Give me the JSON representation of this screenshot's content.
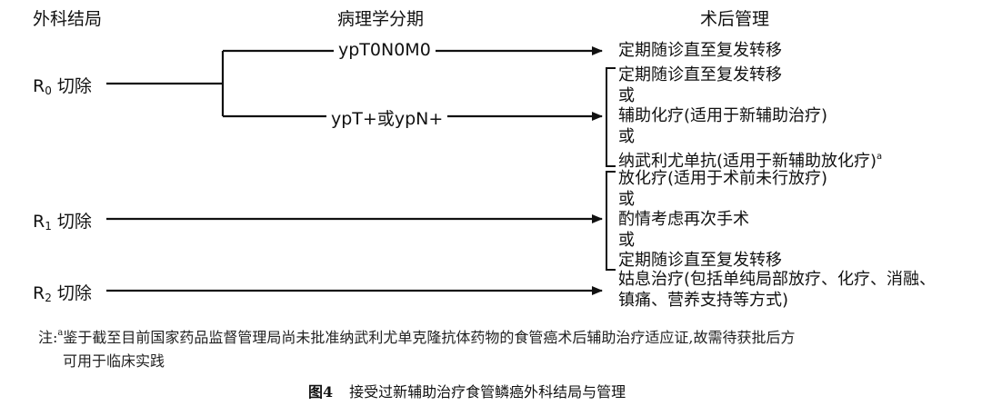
{
  "headers": {
    "outcome": "外科结局",
    "pathology": "病理学分期",
    "management": "术后管理"
  },
  "rows": {
    "r0": {
      "main": "R",
      "sub": "0",
      "suffix": " 切除"
    },
    "r1": {
      "main": "R",
      "sub": "1",
      "suffix": " 切除"
    },
    "r2": {
      "main": "R",
      "sub": "2",
      "suffix": " 切除"
    }
  },
  "branches": {
    "complete": "ypT0N0M0",
    "residual": "ypT+或ypN+"
  },
  "management": {
    "r0_complete": [
      "定期随诊直至复发转移"
    ],
    "r0_residual": [
      "定期随诊直至复发转移",
      "或",
      "辅助化疗(适用于新辅助治疗)",
      "或",
      "纳武利尤单抗(适用于新辅助放化疗)"
    ],
    "r0_residual_sup": "a",
    "r1": [
      "放化疗(适用于术前未行放疗)",
      "或",
      "酌情考虑再次手术",
      "或",
      "定期随诊直至复发转移"
    ],
    "r2": [
      "姑息治疗(包括单纯局部放疗、化疗、消融、",
      "镇痛、营养支持等方式)"
    ]
  },
  "note": {
    "prefix": "注:",
    "sup": "a",
    "line1": "鉴于截至目前国家药品监督管理局尚未批准纳武利尤单克隆抗体药物的食管癌术后辅助治疗适应证,故需待获批后方",
    "line2": "可用于临床实践"
  },
  "caption": {
    "label": "图4",
    "text": "接受过新辅助治疗食管鳞癌外科结局与管理"
  }
}
